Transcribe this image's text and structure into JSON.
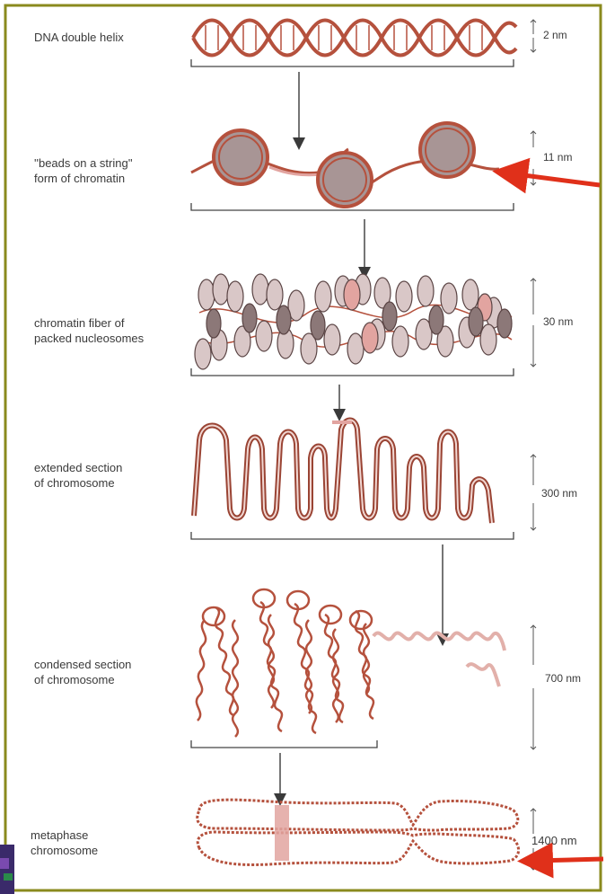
{
  "stages": [
    {
      "label_lines": [
        "DNA double helix"
      ],
      "scale": "2 nm"
    },
    {
      "label_lines": [
        "''beads on a string''",
        "form of chromatin"
      ],
      "scale": "11 nm"
    },
    {
      "label_lines": [
        "chromatin fiber of",
        "packed nucleosomes"
      ],
      "scale": "30 nm"
    },
    {
      "label_lines": [
        "extended section",
        "of chromosome"
      ],
      "scale": "300 nm"
    },
    {
      "label_lines": [
        "condensed section",
        "of chromosome"
      ],
      "scale": "700 nm"
    },
    {
      "label_lines": [
        "metaphase",
        "chromosome"
      ],
      "scale": "1400 nm"
    }
  ],
  "colors": {
    "frame": "#8a8a1e",
    "strand": "#b5513d",
    "bead_fill": "#a89595",
    "pink": "#e2a4a0",
    "pointer_arrow": "#e0301a",
    "ink": "#3a3a3a"
  }
}
